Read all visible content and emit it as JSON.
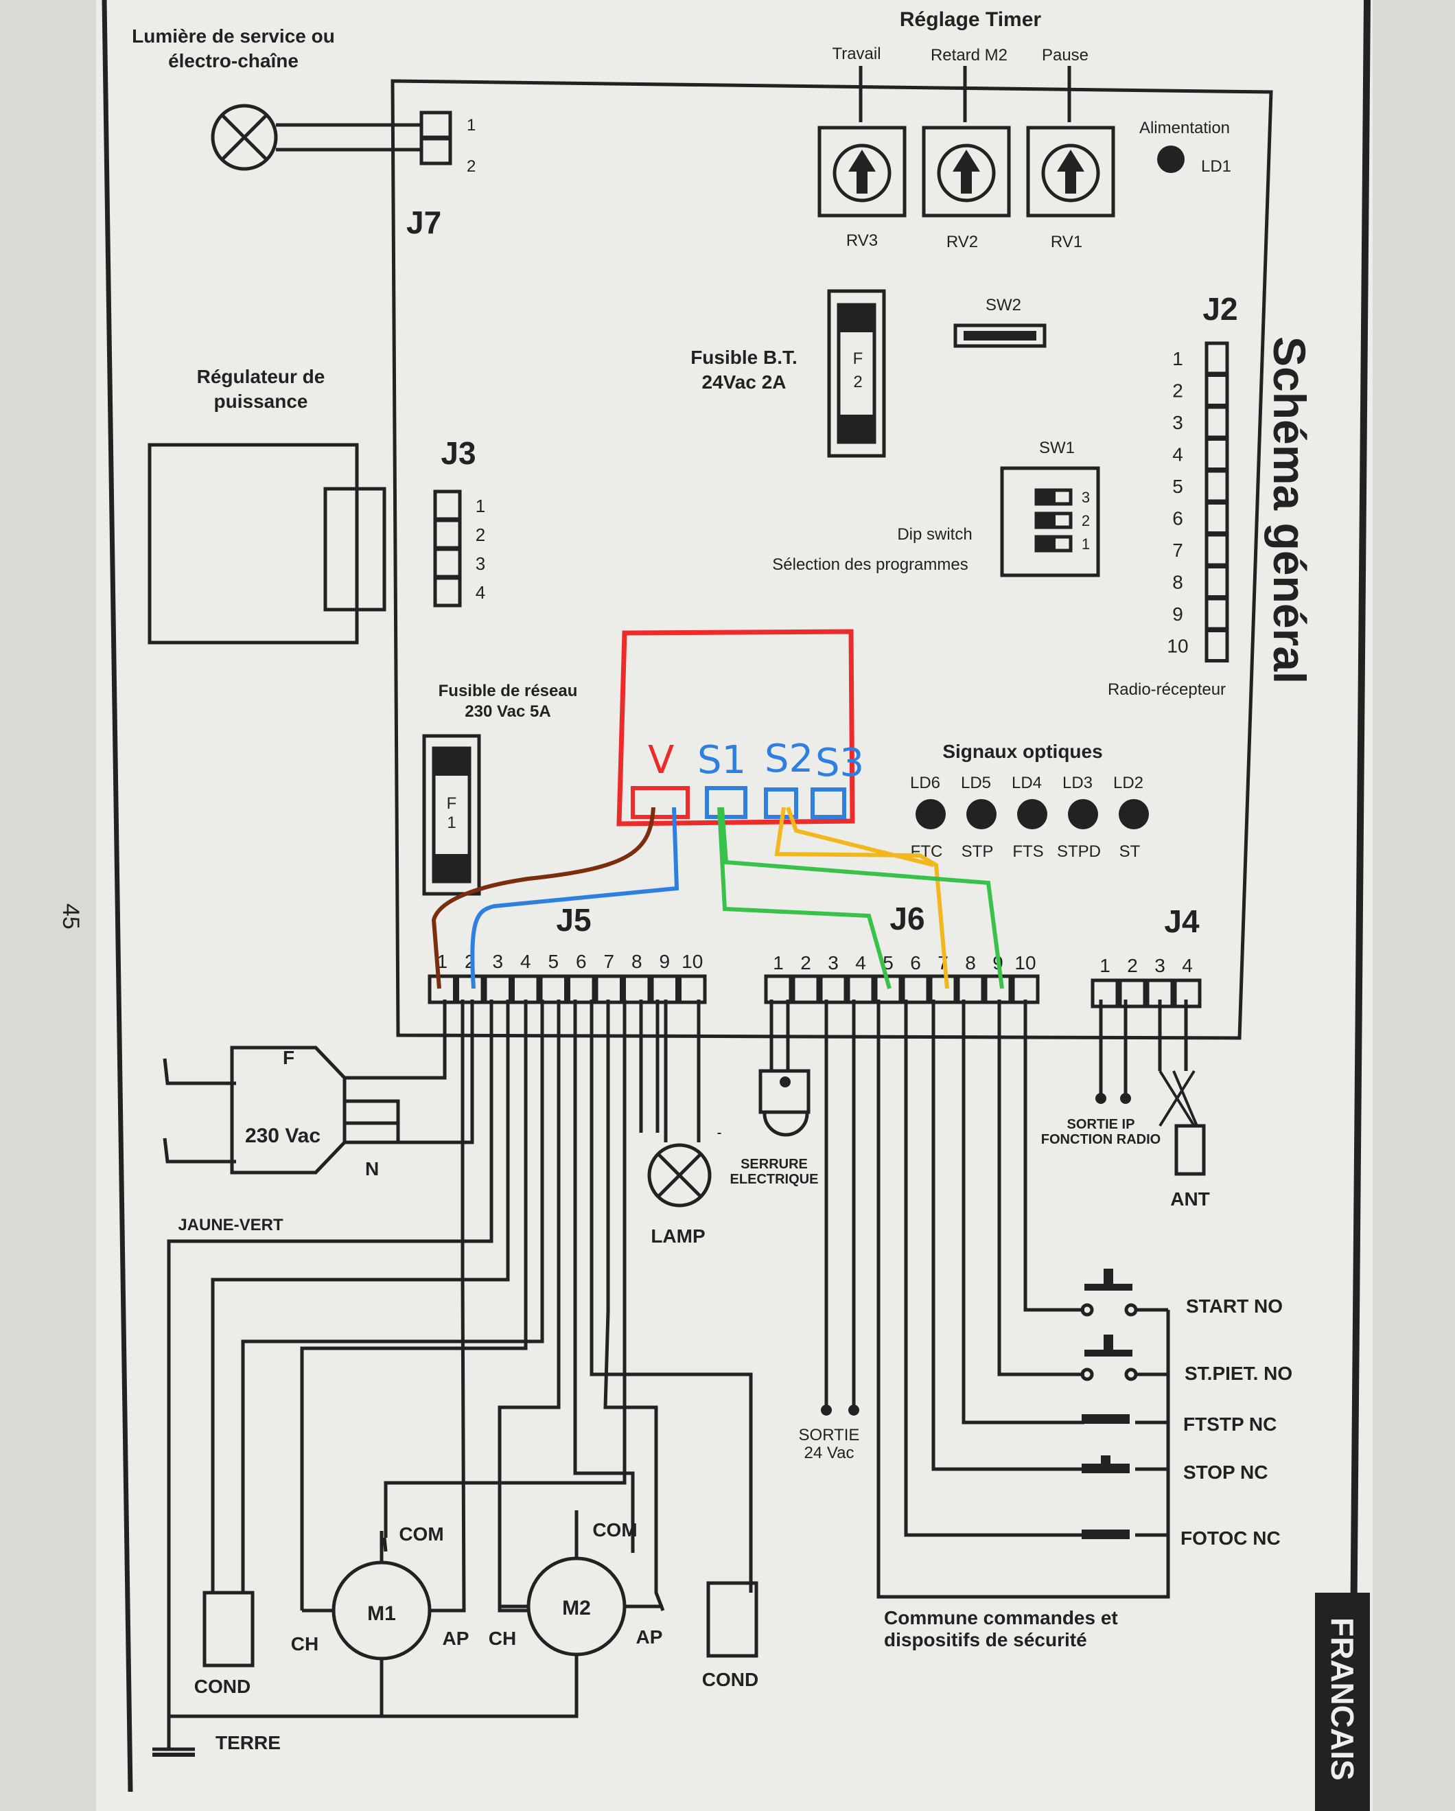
{
  "labels": {
    "service_light_1": "Lumière de service ou",
    "service_light_2": "électro-chaîne",
    "timer_title": "Réglage Timer",
    "timer_travail": "Travail",
    "timer_retard": "Retard M2",
    "timer_pause": "Pause",
    "alimentation": "Alimentation",
    "ld1": "LD1",
    "rv3": "RV3",
    "rv2": "RV2",
    "rv1": "RV1",
    "j7": "J7",
    "j7_pin1": "1",
    "j7_pin2": "2",
    "j2": "J2",
    "sw2": "SW2",
    "sw1": "SW1",
    "fuse_bt_1": "Fusible B.T.",
    "fuse_bt_2": "24Vac  2A",
    "fuse2_f": "F",
    "fuse2_n": "2",
    "regulator_1": "Régulateur de",
    "regulator_2": "puissance",
    "j3": "J3",
    "dip_1": "Dip switch",
    "dip_2": "Sélection des programmes",
    "schema": "Schéma général",
    "radio": "Radio-récepteur",
    "fuse_net_1": "Fusible de réseau",
    "fuse_net_2": "230 Vac  5A",
    "fuse1_f": "F",
    "fuse1_n": "1",
    "signaux": "Signaux optiques",
    "page_number": "45",
    "j5": "J5",
    "j6": "J6",
    "j4": "J4",
    "vac": "230 Vac",
    "f": "F",
    "n": "N",
    "jaune_vert": "JAUNE-VERT",
    "lamp": "LAMP",
    "serrure_1": "SERRURE",
    "serrure_2": "ELECTRIQUE",
    "sortie_ip_1": "SORTIE IP",
    "sortie_ip_2": "FONCTION RADIO",
    "ant": "ANT",
    "start": "START  NO",
    "st_piet": "ST.PIET. NO",
    "ftstp": "FTSTP NC",
    "stop": "STOP NC",
    "fotoc": "FOTOC NC",
    "sortie24_1": "SORTIE",
    "sortie24_2": "24 Vac",
    "commune_1": "Commune commandes et",
    "commune_2": "dispositifs de sécurité",
    "com1": "COM",
    "com2": "COM",
    "m1": "M1",
    "m2": "M2",
    "ch1": "CH",
    "ap1": "AP",
    "ch2": "CH",
    "ap2": "AP",
    "cond1": "COND",
    "cond2": "COND",
    "terre": "TERRE",
    "francais": "FRANCAIS"
  },
  "j3_pins": [
    "1",
    "2",
    "3",
    "4"
  ],
  "j2_pins": [
    "1",
    "2",
    "3",
    "4",
    "5",
    "6",
    "7",
    "8",
    "9",
    "10"
  ],
  "dip_pins": [
    "3",
    "2",
    "1"
  ],
  "led_top": [
    "LD6",
    "LD5",
    "LD4",
    "LD3",
    "LD2"
  ],
  "led_bottom": [
    "FTC",
    "STP",
    "FTS",
    "STPD",
    "ST"
  ],
  "j5_pins": [
    "1",
    "2",
    "3",
    "4",
    "5",
    "6",
    "7",
    "8",
    "9",
    "10"
  ],
  "j6_pins": [
    "1",
    "2",
    "3",
    "4",
    "5",
    "6",
    "7",
    "8",
    "9",
    "10"
  ],
  "j4_pins": [
    "1",
    "2",
    "3",
    "4"
  ],
  "annotation": {
    "v": "V",
    "s1": "S1",
    "s2": "S2",
    "s3": "S3"
  },
  "colors": {
    "ink": "#222222",
    "paper": "#eeeeea",
    "annotation_box": "#ee2b2b",
    "v_wire": "#7a2e0e",
    "s1_wire": "#2f7fe0",
    "s2_wire": "#f2b71c",
    "s3_wire": "#38c24a"
  }
}
